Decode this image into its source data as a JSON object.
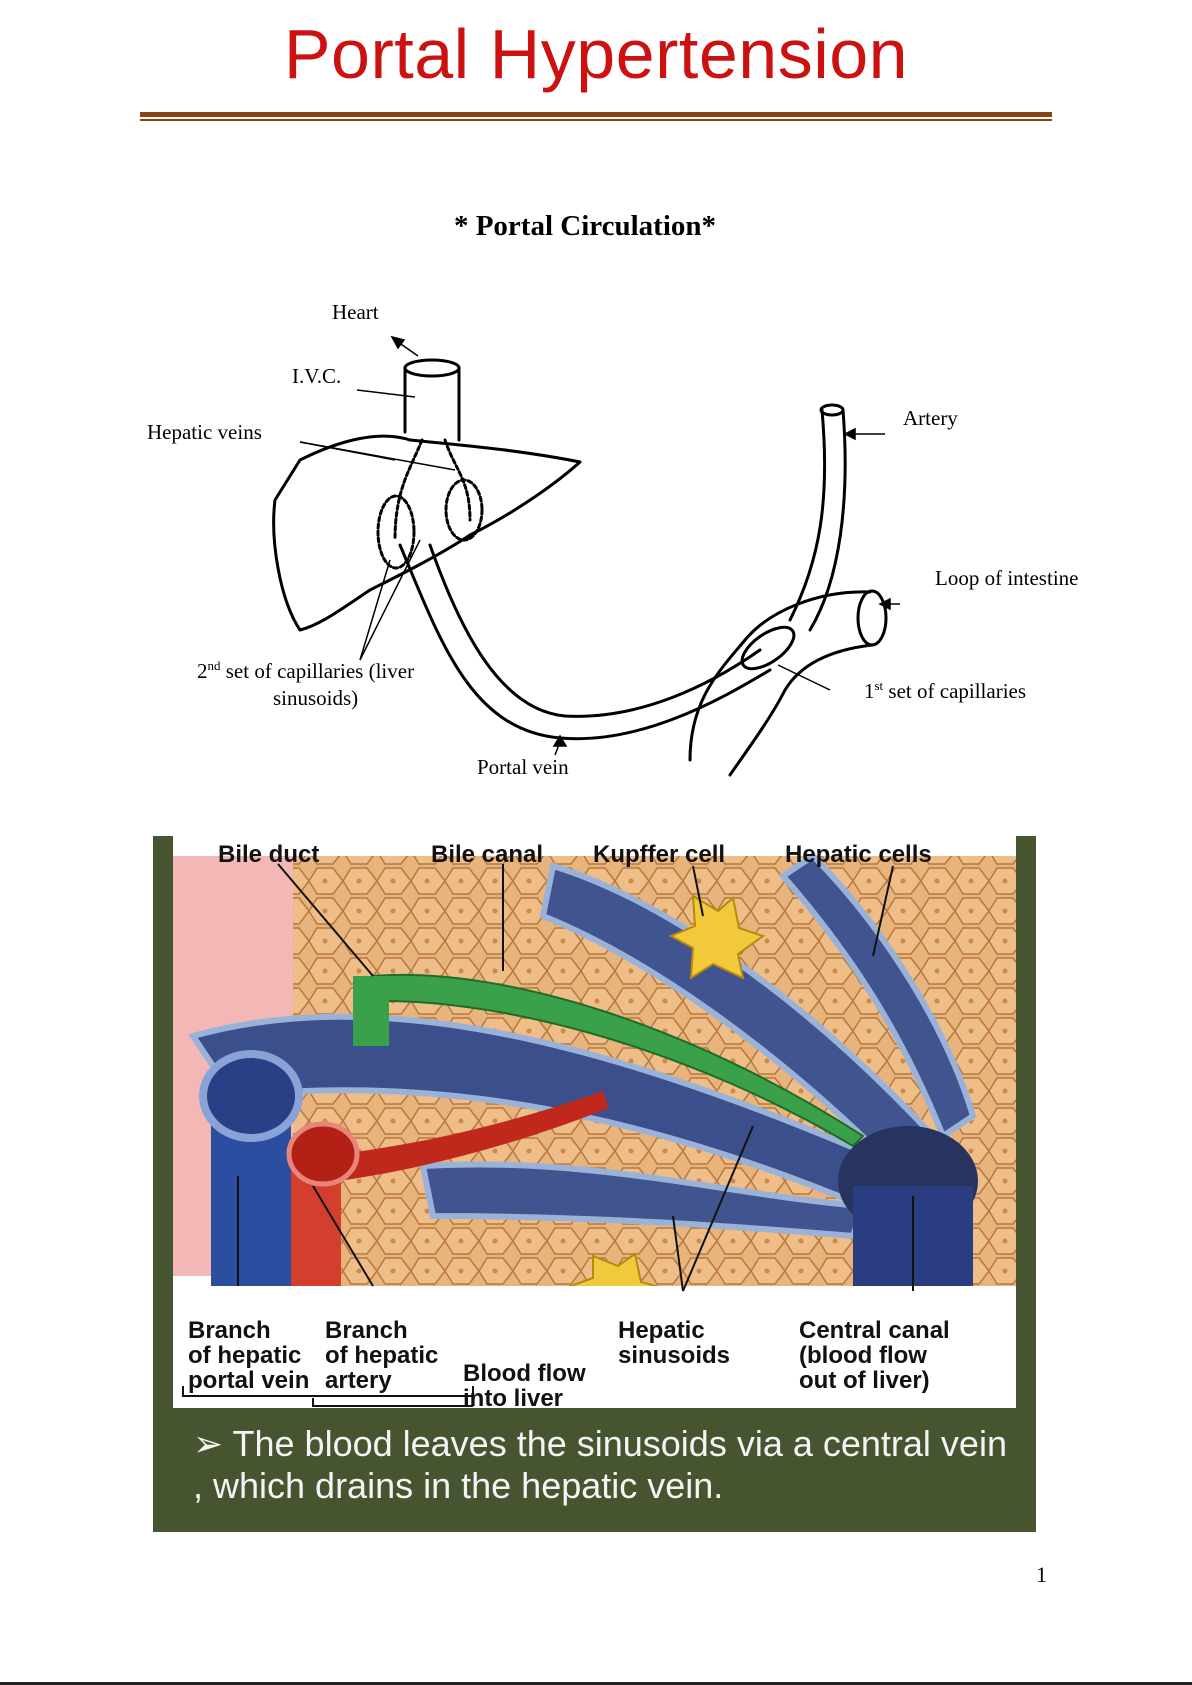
{
  "header": {
    "title": "Portal Hypertension"
  },
  "section": {
    "heading": "* Portal Circulation*"
  },
  "diagram": {
    "labels": {
      "heart": "Heart",
      "ivc": "I.V.C.",
      "hepatic_veins": "Hepatic veins",
      "artery": "Artery",
      "loop_of_intestine": "Loop of intestine",
      "second_set_prefix": "2",
      "second_set_sup": "nd",
      "second_set_line1": " set of capillaries (liver",
      "second_set_line2": "sinusoids)",
      "first_set_prefix": "1",
      "first_set_sup": "st",
      "first_set_rest": " set of capillaries",
      "portal_vein": "Portal vein"
    }
  },
  "micrograph": {
    "labels": {
      "bile_duct": "Bile duct",
      "bile_canal": "Bile canal",
      "kupffer_cell": "Kupffer cell",
      "hepatic_cells": "Hepatic cells",
      "branch_portal_line1": "Branch",
      "branch_portal_line2": "of hepatic",
      "branch_portal_line3": "portal vein",
      "branch_artery_line1": "Branch",
      "branch_artery_line2": "of hepatic",
      "branch_artery_line3": "artery",
      "blood_flow_line1": "Blood flow",
      "blood_flow_line2": "into liver",
      "hepatic_sinusoids_line1": "Hepatic",
      "hepatic_sinusoids_line2": "sinusoids",
      "central_canal_line1": "Central canal",
      "central_canal_line2": "(blood flow",
      "central_canal_line3": "out of liver)"
    },
    "caption": "➢ The blood leaves the sinusoids via a central vein , which drains in the hepatic vein."
  },
  "footer": {
    "page_number": "1"
  },
  "colors": {
    "title": "#cc1111",
    "rule": "#8b4513",
    "frame": "#46542f",
    "hepatocyte": "#e8b47c",
    "vein": "#3b4f8c",
    "bile": "#3aa14a",
    "artery": "#c0281c"
  }
}
